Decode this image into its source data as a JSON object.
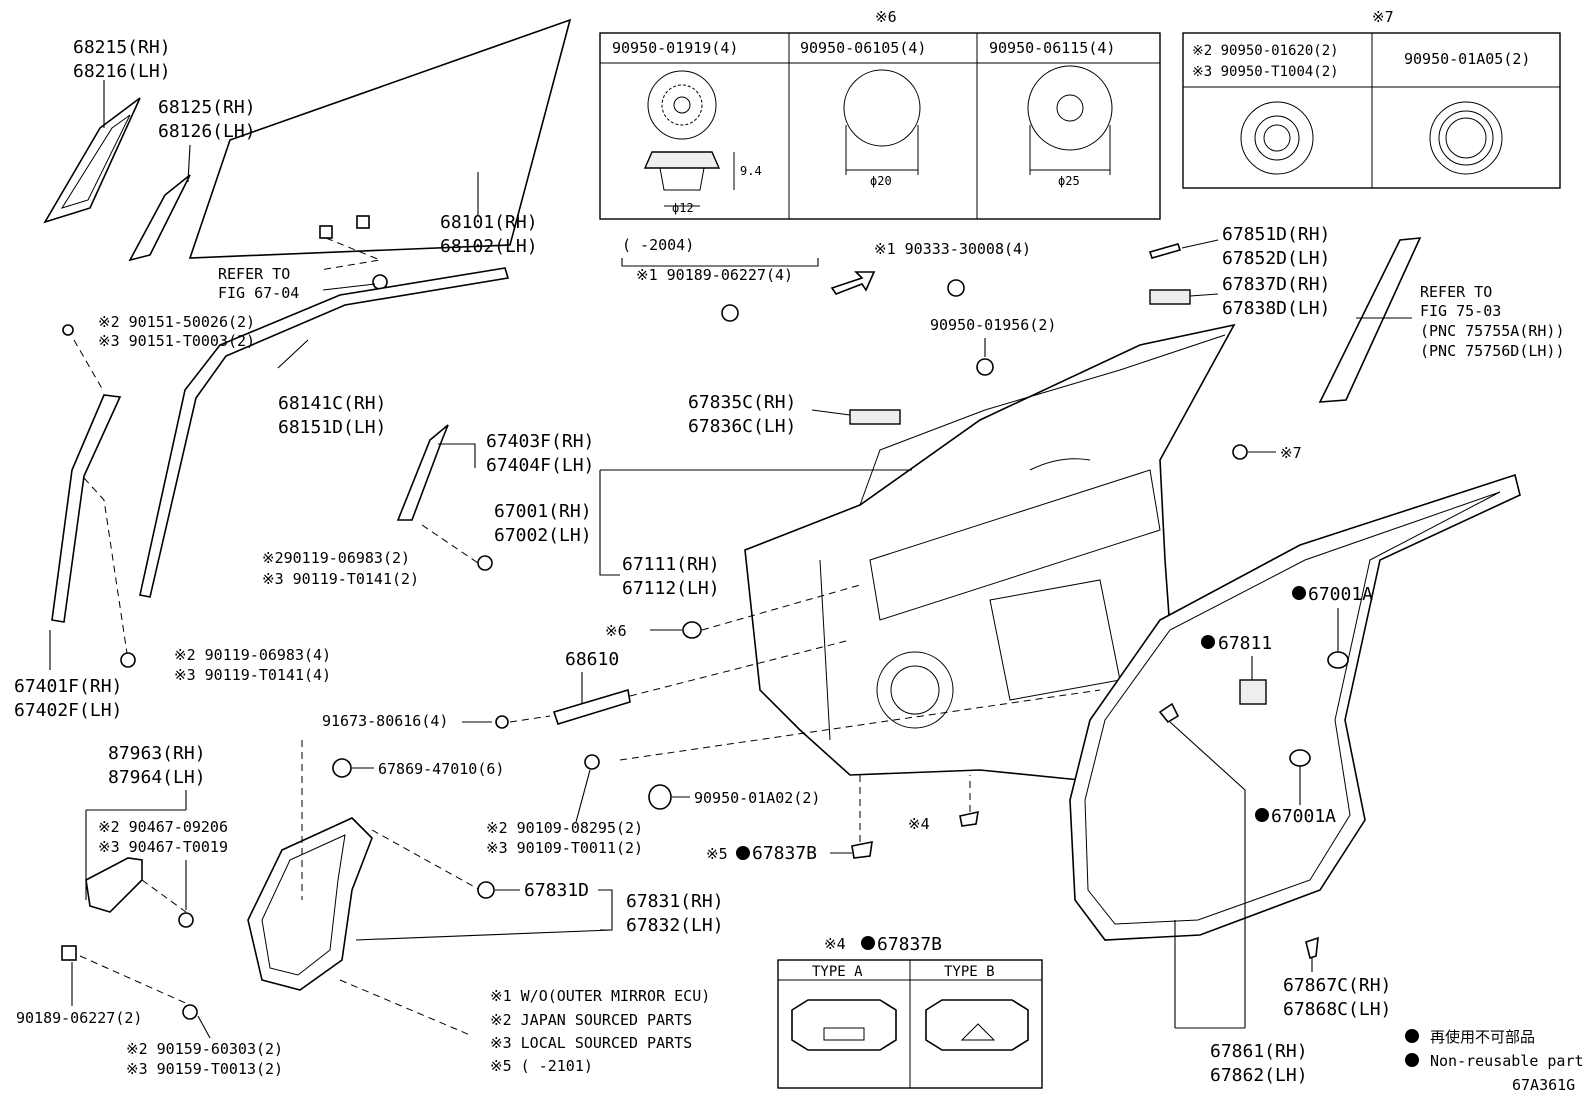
{
  "title_code": "67A361G",
  "boxes": {
    "note6": {
      "marker": "※6",
      "cols": [
        {
          "part": "90950-01919(4)",
          "dim_h": "9.4",
          "dim_w": "ϕ12"
        },
        {
          "part": "90950-06105(4)",
          "dim_w": "ϕ20"
        },
        {
          "part": "90950-06115(4)",
          "dim_w": "ϕ25"
        }
      ]
    },
    "note7": {
      "marker": "※7",
      "col1_line1": "※2 90950-01620(2)",
      "col1_line2": "※3 90950-T1004(2)",
      "col2": "90950-01A05(2)"
    },
    "note4": {
      "marker": "※4",
      "part": "67837B",
      "type_a": "TYPE A",
      "type_b": "TYPE B"
    }
  },
  "callouts": {
    "p68215": "68215(RH)",
    "p68216": "68216(LH)",
    "p68125": "68125(RH)",
    "p68126": "68126(LH)",
    "p68101": "68101(RH)",
    "p68102": "68102(LH)",
    "refer1_a": "REFER TO",
    "refer1_b": "FIG 67-04",
    "date_range": "(      -2004)",
    "n1_bolt": "※1 90189-06227(4)",
    "n1_clip": "※1 90333-30008(4)",
    "p67851": "67851D(RH)",
    "p67852": "67852D(LH)",
    "p67837": "67837D(RH)",
    "p67838": "67838D(LH)",
    "refer2_a": "REFER TO",
    "refer2_b": "FIG 75-03",
    "refer2_c": "(PNC 75755A(RH))",
    "refer2_d": "(PNC 75756D(LH))",
    "n2_screw_a": "※2 90151-50026(2)",
    "n3_screw_a": "※3 90151-T0003(2)",
    "p68141": "68141C(RH)",
    "p68151": "68151D(LH)",
    "p90950_01956": "90950-01956(2)",
    "p67835": "67835C(RH)",
    "p67836": "67836C(LH)",
    "p67403": "67403F(RH)",
    "p67404": "67404F(LH)",
    "n7_ref": "※7",
    "p67001": "67001(RH)",
    "p67002": "67002(LH)",
    "p67111": "67111(RH)",
    "p67112": "67112(LH)",
    "n2_bolt_b": "※290119-06983(2)",
    "n3_bolt_b": "※3 90119-T0141(2)",
    "p67001A_1": "67001A",
    "p67811": "67811",
    "n6_ref": "※6",
    "p68610": "68610",
    "n2_bolt_c": "※2 90119-06983(4)",
    "n3_bolt_c": "※3 90119-T0141(4)",
    "p67401": "67401F(RH)",
    "p67402": "67402F(LH)",
    "p91673": "91673-80616(4)",
    "p87963": "87963(RH)",
    "p87964": "87964(LH)",
    "p67869": "67869-47010(6)",
    "p90950_01A02": "90950-01A02(2)",
    "n2_nut": "※2 90467-09206",
    "n3_nut": "※3 90467-T0019",
    "n2_bolt_d": "※2 90109-08295(2)",
    "n3_bolt_d": "※3 90109-T0011(2)",
    "n4_ref": "※4",
    "n5_ref": "※5",
    "p67837B": "67837B",
    "p67001A_2": "67001A",
    "p67831D": "67831D",
    "p67831": "67831(RH)",
    "p67832": "67832(LH)",
    "p67867": "67867C(RH)",
    "p67868": "67868C(LH)",
    "p90189": "90189-06227(2)",
    "n2_bolt_e": "※2 90159-60303(2)",
    "n3_bolt_e": "※3 90159-T0013(2)",
    "p67861": "67861(RH)",
    "p67862": "67862(LH)"
  },
  "notes": [
    "※1 W/O(OUTER MIRROR ECU)",
    "※2 JAPAN SOURCED PARTS",
    "※3 LOCAL SOURCED PARTS",
    "※5 (       -2101)"
  ],
  "legend": {
    "jp": "再使用不可部品",
    "en": "Non-reusable part"
  }
}
